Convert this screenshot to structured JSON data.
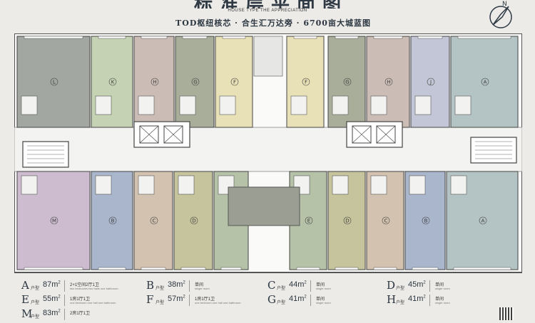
{
  "header": {
    "title": "标准层平面图",
    "subtitle_en": "HOUSE TYPE THE APPRECIATION",
    "tagline": "TOD枢纽核芯 · 合生汇万达旁 · 6700亩大城蓝图",
    "compass_label": "N"
  },
  "units": {
    "top": [
      {
        "letter": "L",
        "color": "#a2a7a1"
      },
      {
        "letter": "K",
        "color": "#c5d2b3"
      },
      {
        "letter": "H",
        "color": "#cbbdb6"
      },
      {
        "letter": "G",
        "color": "#a9ae9b"
      },
      {
        "letter": "F",
        "color": "#e8e0b6"
      },
      {
        "letter": "F",
        "color": "#e8e0b6"
      },
      {
        "letter": "G",
        "color": "#a9ae9b"
      },
      {
        "letter": "H",
        "color": "#cbbdb6"
      },
      {
        "letter": "J",
        "color": "#c3c6d6"
      },
      {
        "letter": "A",
        "color": "#b4c3c4"
      }
    ],
    "bottom": [
      {
        "letter": "M",
        "color": "#cdbcd0"
      },
      {
        "letter": "B",
        "color": "#a9b6cc"
      },
      {
        "letter": "C",
        "color": "#d3c2af"
      },
      {
        "letter": "D",
        "color": "#c6c49c"
      },
      {
        "letter": "E",
        "color": "#b6c2a8"
      },
      {
        "letter": "E",
        "color": "#b6c2a8"
      },
      {
        "letter": "D",
        "color": "#c6c49c"
      },
      {
        "letter": "C",
        "color": "#d3c2af"
      },
      {
        "letter": "B",
        "color": "#a9b6cc"
      },
      {
        "letter": "A",
        "color": "#b4c3c4"
      }
    ]
  },
  "legend": {
    "type_suffix": "户型",
    "items": [
      {
        "letter": "A",
        "area": "87",
        "layout": "2+1空间2厅1卫",
        "sub": "two bedrooms two halls one bathroom"
      },
      {
        "letter": "B",
        "area": "38",
        "layout": "单间",
        "sub": "single room"
      },
      {
        "letter": "C",
        "area": "44",
        "layout": "单间",
        "sub": "single room"
      },
      {
        "letter": "D",
        "area": "45",
        "layout": "单间",
        "sub": "single room"
      },
      {
        "letter": "E",
        "area": "55",
        "layout": "1房1厅1卫",
        "sub": "one bedroom one hall one bathroom"
      },
      {
        "letter": "F",
        "area": "57",
        "layout": "1房1厅1卫",
        "sub": "one bedroom one hall one bathroom"
      },
      {
        "letter": "G",
        "area": "41",
        "layout": "单间",
        "sub": "single room"
      },
      {
        "letter": "H",
        "area": "41",
        "layout": "单间",
        "sub": "single room"
      },
      {
        "letter": "M",
        "area": "83",
        "layout": "2房1厅1卫",
        "sub": ""
      }
    ]
  }
}
